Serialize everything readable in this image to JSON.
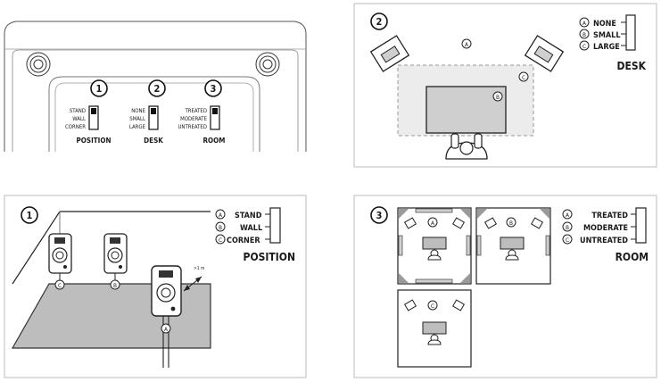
{
  "rear_panel": {
    "switches": [
      {
        "number": "1",
        "title": "POSITION",
        "options": [
          "STAND",
          "WALL",
          "CORNER"
        ]
      },
      {
        "number": "2",
        "title": "DESK",
        "options": [
          "NONE",
          "SMALL",
          "LARGE"
        ]
      },
      {
        "number": "3",
        "title": "ROOM",
        "options": [
          "TREATED",
          "MODERATE",
          "UNTREATED"
        ]
      }
    ]
  },
  "desk_panel": {
    "number": "2",
    "title": "DESK",
    "legend": [
      {
        "letter": "A",
        "label": "NONE"
      },
      {
        "letter": "B",
        "label": "SMALL"
      },
      {
        "letter": "C",
        "label": "LARGE"
      }
    ],
    "markers": [
      "A",
      "B",
      "C"
    ]
  },
  "position_panel": {
    "number": "1",
    "title": "POSITION",
    "legend": [
      {
        "letter": "A",
        "label": "STAND"
      },
      {
        "letter": "B",
        "label": "WALL"
      },
      {
        "letter": "C",
        "label": "CORNER"
      }
    ],
    "markers": [
      "C",
      "B",
      "A"
    ],
    "distance_label": ">1 m"
  },
  "room_panel": {
    "number": "3",
    "title": "ROOM",
    "legend": [
      {
        "letter": "A",
        "label": "TREATED"
      },
      {
        "letter": "B",
        "label": "MODERATE"
      },
      {
        "letter": "C",
        "label": "UNTREATED"
      }
    ],
    "rooms": [
      "A",
      "B",
      "C"
    ]
  }
}
